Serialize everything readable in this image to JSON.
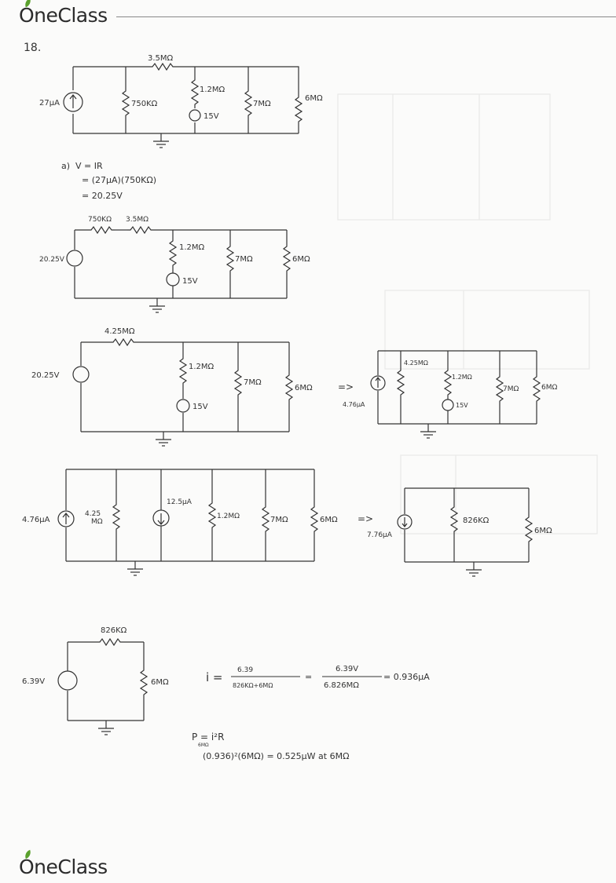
{
  "header": {
    "brand": "OneClass"
  },
  "footer": {
    "brand": "OneClass"
  },
  "problem_number": "18.",
  "circuit1": {
    "r_series": "3.5MΩ",
    "source": "27μA",
    "r_shunt": "750KΩ",
    "r_branch": "1.2MΩ",
    "v_branch": "15V",
    "r3": "7MΩ",
    "r4": "6MΩ"
  },
  "part_a": {
    "label": "a)",
    "line1": "V = IR",
    "line2": "= (27μA)(750KΩ)",
    "line3": "= 20.25V"
  },
  "circuit2": {
    "r_a": "750KΩ",
    "r_b": "3.5MΩ",
    "source": "20.25V",
    "r_branch": "1.2MΩ",
    "v_branch": "15V",
    "r3": "7MΩ",
    "r4": "6MΩ"
  },
  "circuit3": {
    "r_series": "4.25MΩ",
    "source": "20.25V",
    "r_branch": "1.2MΩ",
    "v_branch": "15V",
    "r3": "7MΩ",
    "r4": "6MΩ"
  },
  "circuit4": {
    "source": "4.76μA",
    "r_shunt": "4.25MΩ",
    "r_branch": "1.2MΩ",
    "v_branch": "15V",
    "r3": "7MΩ",
    "r4": "6MΩ"
  },
  "circuit5": {
    "source": "4.76μA",
    "r1_top": "4.25",
    "r1_bottom": "MΩ",
    "cs2": "12.5μA",
    "r2": "1.2MΩ",
    "r3": "7MΩ",
    "r4": "6MΩ"
  },
  "circuit6": {
    "source": "7.76μA",
    "r1": "826KΩ",
    "r2": "6MΩ"
  },
  "circuit7": {
    "r_series": "826KΩ",
    "source": "6.39V",
    "load": "6MΩ"
  },
  "arrow": "=>",
  "current_eq": {
    "i": "i =",
    "num1": "6.39",
    "den1": "826KΩ+6MΩ",
    "eq": "=",
    "num2": "6.39V",
    "den2": "6.826MΩ",
    "result": "= 0.936μA"
  },
  "power_eq": {
    "line1": "P = i²R",
    "sub": "6MΩ",
    "line2": "(0.936)²(6MΩ) = 0.525μW at 6MΩ"
  }
}
